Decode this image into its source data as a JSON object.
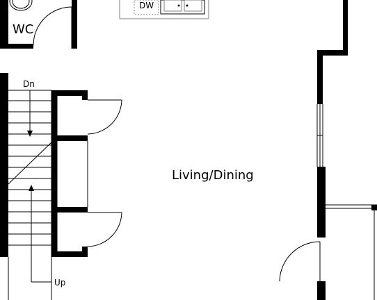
{
  "plan": {
    "rooms": {
      "wc": "WC",
      "living_dining": "Living/Dining"
    },
    "fixtures": {
      "dishwasher": "DW"
    },
    "stairs": {
      "down": "Dn",
      "up": "Up"
    },
    "colors": {
      "wall": "#000000",
      "fixture_line": "#808080",
      "background": "#ffffff"
    }
  }
}
